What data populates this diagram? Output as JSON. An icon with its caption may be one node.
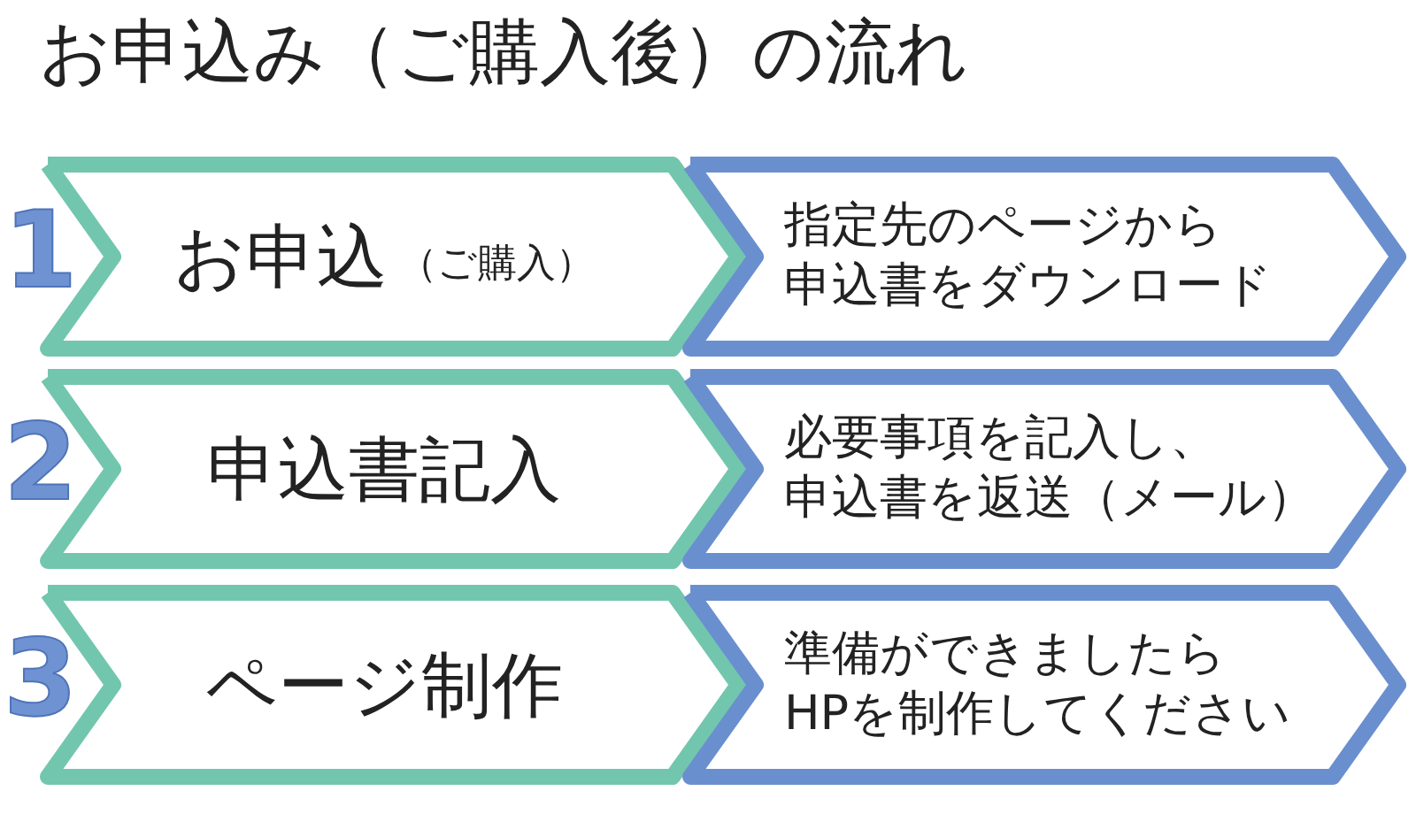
{
  "diagram": {
    "title": "お申込み（ご購入後）の流れ",
    "nodes": [
      {
        "text": [
          "お申込",
          "（ご購入）"
        ]
      },
      {
        "text": [
          "指定先のページから申込書をダウンロード"
        ]
      },
      {
        "text": [
          "申込書記入"
        ]
      },
      {
        "text": [
          "必要事項を記入し、申込書を返送（メール）"
        ]
      },
      {
        "text": [
          "ページ制作"
        ]
      },
      {
        "text": [
          "準備ができましたらHPを制作してください"
        ]
      }
    ],
    "labels": [
      "1",
      "2",
      "3"
    ]
  }
}
